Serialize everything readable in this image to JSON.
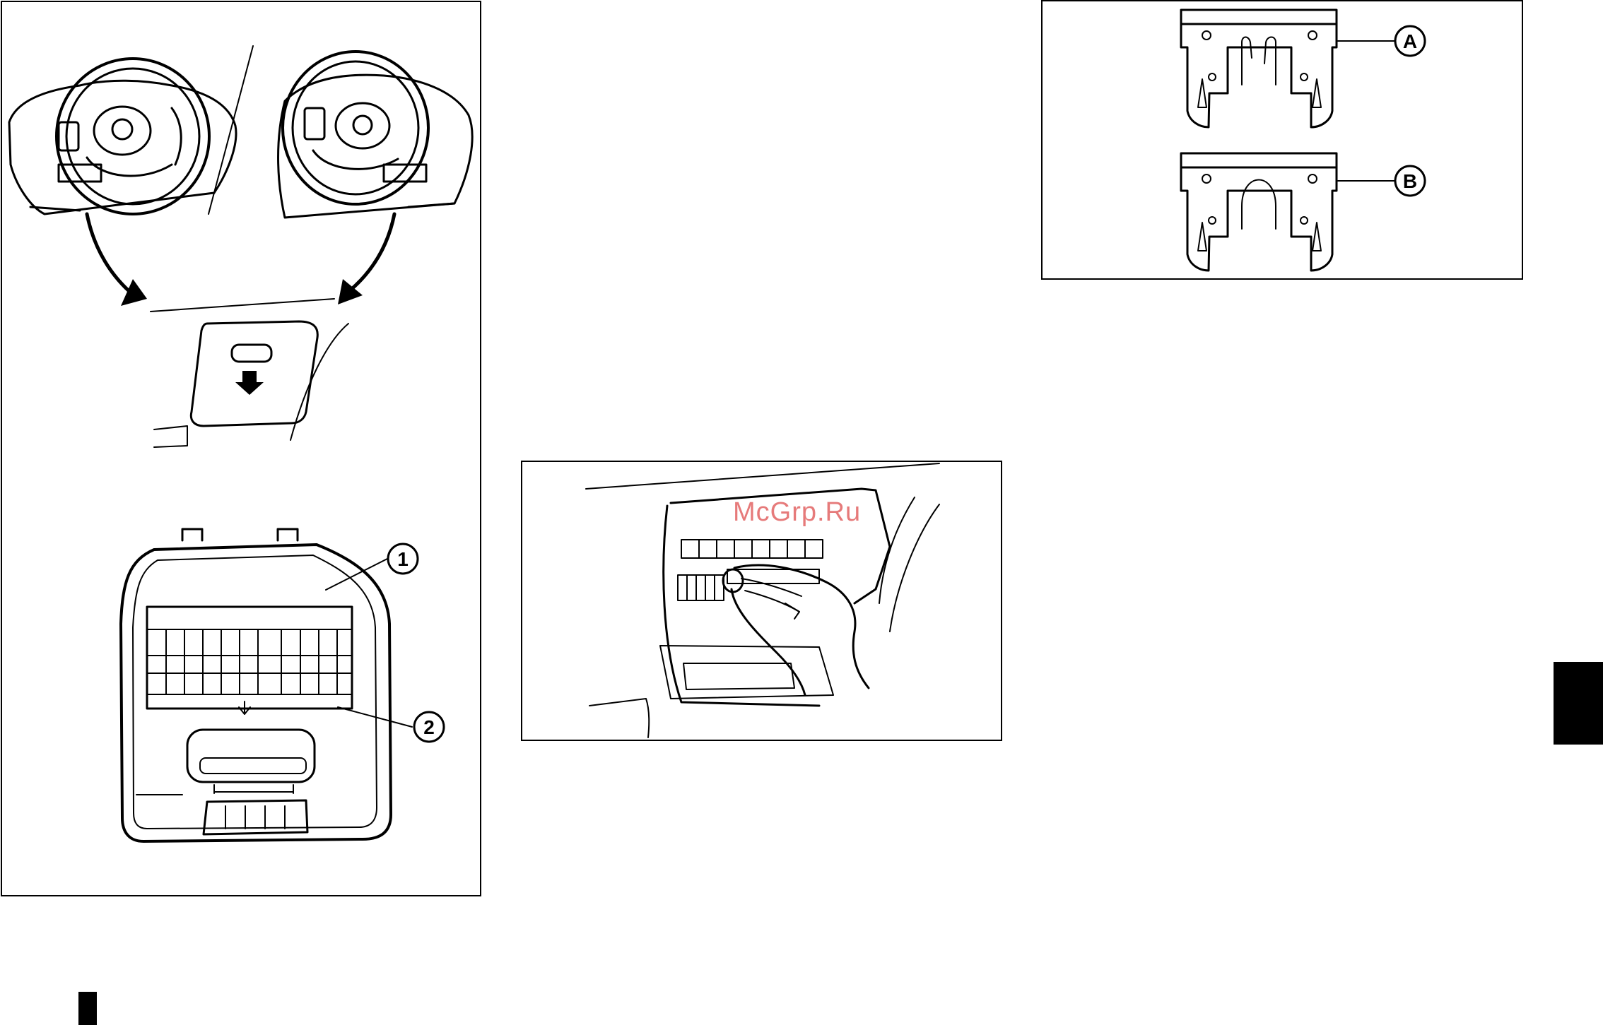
{
  "figures": {
    "fuse_box_cover": {
      "callouts": [
        "1",
        "2"
      ]
    },
    "fuse_removal": {
      "watermark": "McGrp.Ru"
    },
    "fuse_comparison": {
      "callouts": [
        "A",
        "B"
      ]
    }
  },
  "colors": {
    "line": "#000000",
    "background": "#ffffff",
    "watermark": "#d62828",
    "tab": "#000000"
  }
}
